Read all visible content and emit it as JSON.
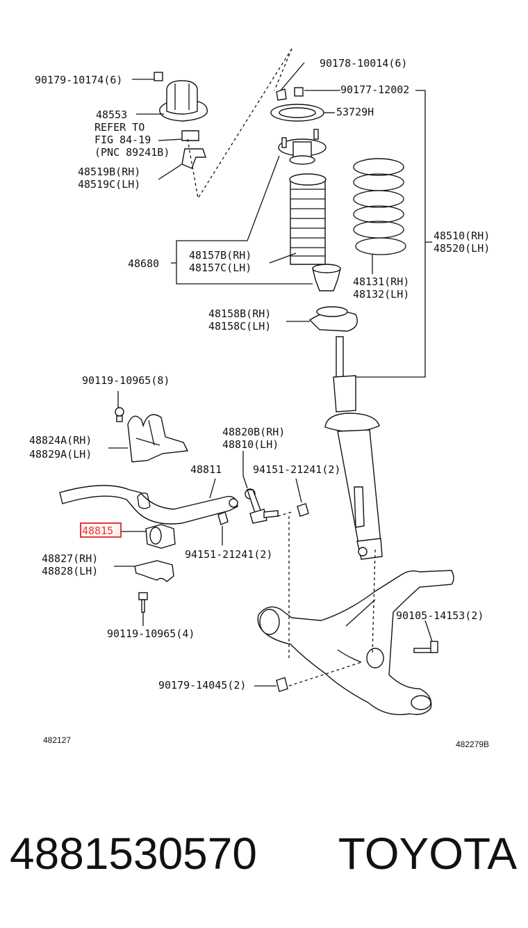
{
  "diagram": {
    "labels": {
      "l90179_10174": "90179-10174(6)",
      "l90178_10014": "90178-10014(6)",
      "l90177_12002": "90177-12002",
      "l48553": "48553",
      "l53729h": "53729H",
      "refer1": "REFER TO",
      "refer2": "FIG 84-19",
      "refer3": "(PNC 89241B)",
      "l48519b": "48519B(RH)",
      "l48519c": "48519C(LH)",
      "l48510": "48510(RH)",
      "l48520": "48520(LH)",
      "l48680": "48680",
      "l48157b": "48157B(RH)",
      "l48157c": "48157C(LH)",
      "l48131": "48131(RH)",
      "l48132": "48132(LH)",
      "l48158b": "48158B(RH)",
      "l48158c": "48158C(LH)",
      "l90119_top": "90119-10965(8)",
      "l48820b": "48820B(RH)",
      "l48810": "48810(LH)",
      "l48824a": "48824A(RH)",
      "l48829a": "48829A(LH)",
      "l48811": "48811",
      "l94151_top": "94151-21241(2)",
      "l48815": "48815",
      "l94151_bot": "94151-21241(2)",
      "l48827": "48827(RH)",
      "l48828": "48828(LH)",
      "l90105": "90105-14153(2)",
      "l90119_bot": "90119-10965(4)",
      "l90179_14045": "90179-14045(2)",
      "l482127": "482127",
      "l482279b": "482279B"
    },
    "highlight_color": "#e53935"
  },
  "footer": {
    "part_number": "4881530570",
    "brand": "TOYOTA"
  }
}
